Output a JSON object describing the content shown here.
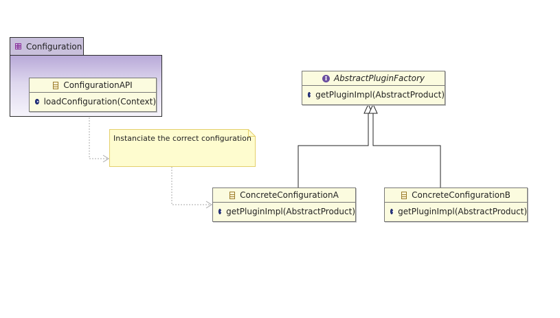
{
  "package": {
    "name": "Configuration",
    "icon": "package-icon",
    "color": "#c9c0dc"
  },
  "classes": {
    "configuration_api": {
      "name": "ConfigurationAPI",
      "operations": [
        "loadConfiguration(Context)"
      ]
    },
    "abstract_plugin_factory": {
      "name": "AbstractPluginFactory",
      "stereotype_icon": "interface-icon",
      "operations": [
        "getPluginImpl(AbstractProduct)"
      ]
    },
    "concrete_configuration_a": {
      "name": "ConcreteConfigurationA",
      "operations": [
        "getPluginImpl(AbstractProduct)"
      ]
    },
    "concrete_configuration_b": {
      "name": "ConcreteConfigurationB",
      "operations": [
        "getPluginImpl(AbstractProduct)"
      ]
    }
  },
  "note": {
    "text": "Instanciate the correct configuration",
    "color": "#fefccf"
  },
  "colors": {
    "class_fill": "#fbfbdf",
    "package_gradient_top": "#b8a9d8",
    "dependency_line": "#999999",
    "generalization_line": "#222222"
  }
}
